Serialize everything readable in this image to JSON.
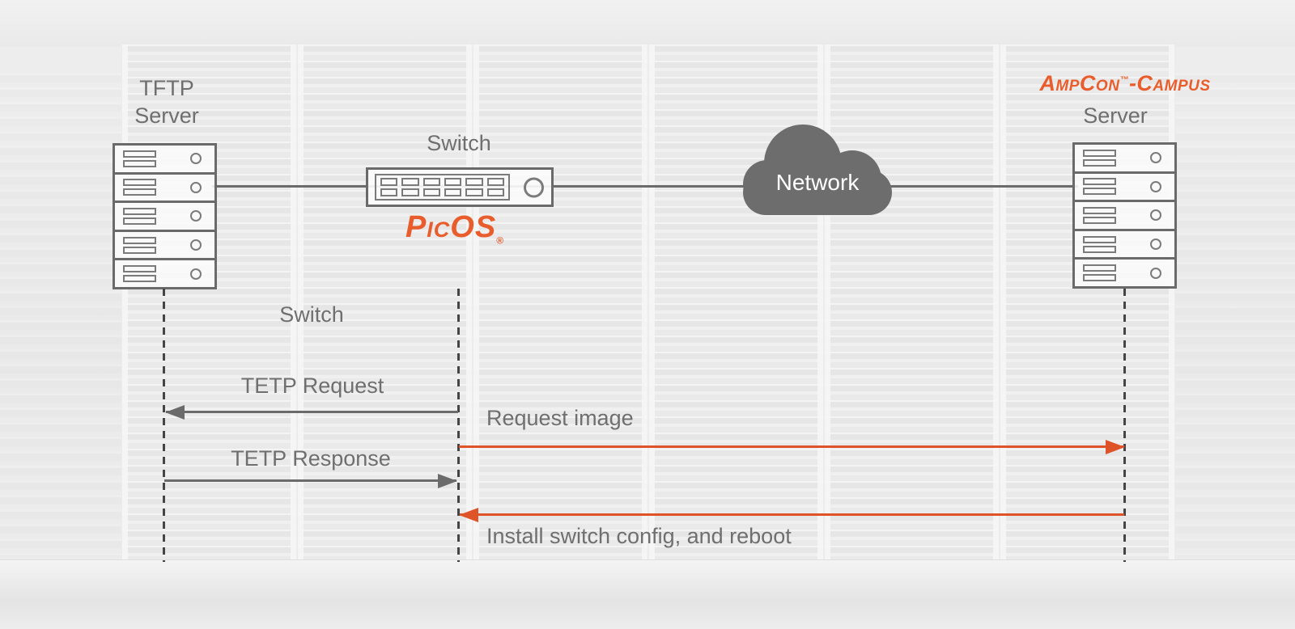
{
  "colors": {
    "brand_orange": "#E95D2C",
    "arrow_orange": "#DF5329",
    "label_gray": "#6F6F6F",
    "line_gray": "#6B6B6B",
    "lifeline_gray": "#454545",
    "cloud_gray": "#6D6D6D",
    "cloud_text": "#FFFFFF"
  },
  "nodes": {
    "tftp": {
      "label_line1": "TFTP",
      "label_line2": "Server"
    },
    "switch": {
      "label": "Switch",
      "logo_main": "Pic",
      "logo_os": "OS",
      "logo_reg": "®"
    },
    "network": {
      "label": "Network"
    },
    "ampcon": {
      "brand_prefix": "AmpCon",
      "brand_tm": "™",
      "brand_suffix": "-Campus",
      "label": "Server"
    }
  },
  "sequence": {
    "lifeline_label": "Switch",
    "messages": [
      {
        "label": "TETP Request",
        "from": "switch",
        "to": "tftp-server",
        "style": "gray"
      },
      {
        "label": "Request image",
        "from": "switch",
        "to": "ampcon-server",
        "style": "orange"
      },
      {
        "label": "TETP Response",
        "from": "tftp-server",
        "to": "switch",
        "style": "gray"
      },
      {
        "label": "Install switch config, and reboot",
        "from": "ampcon-server",
        "to": "switch",
        "style": "orange"
      }
    ]
  }
}
